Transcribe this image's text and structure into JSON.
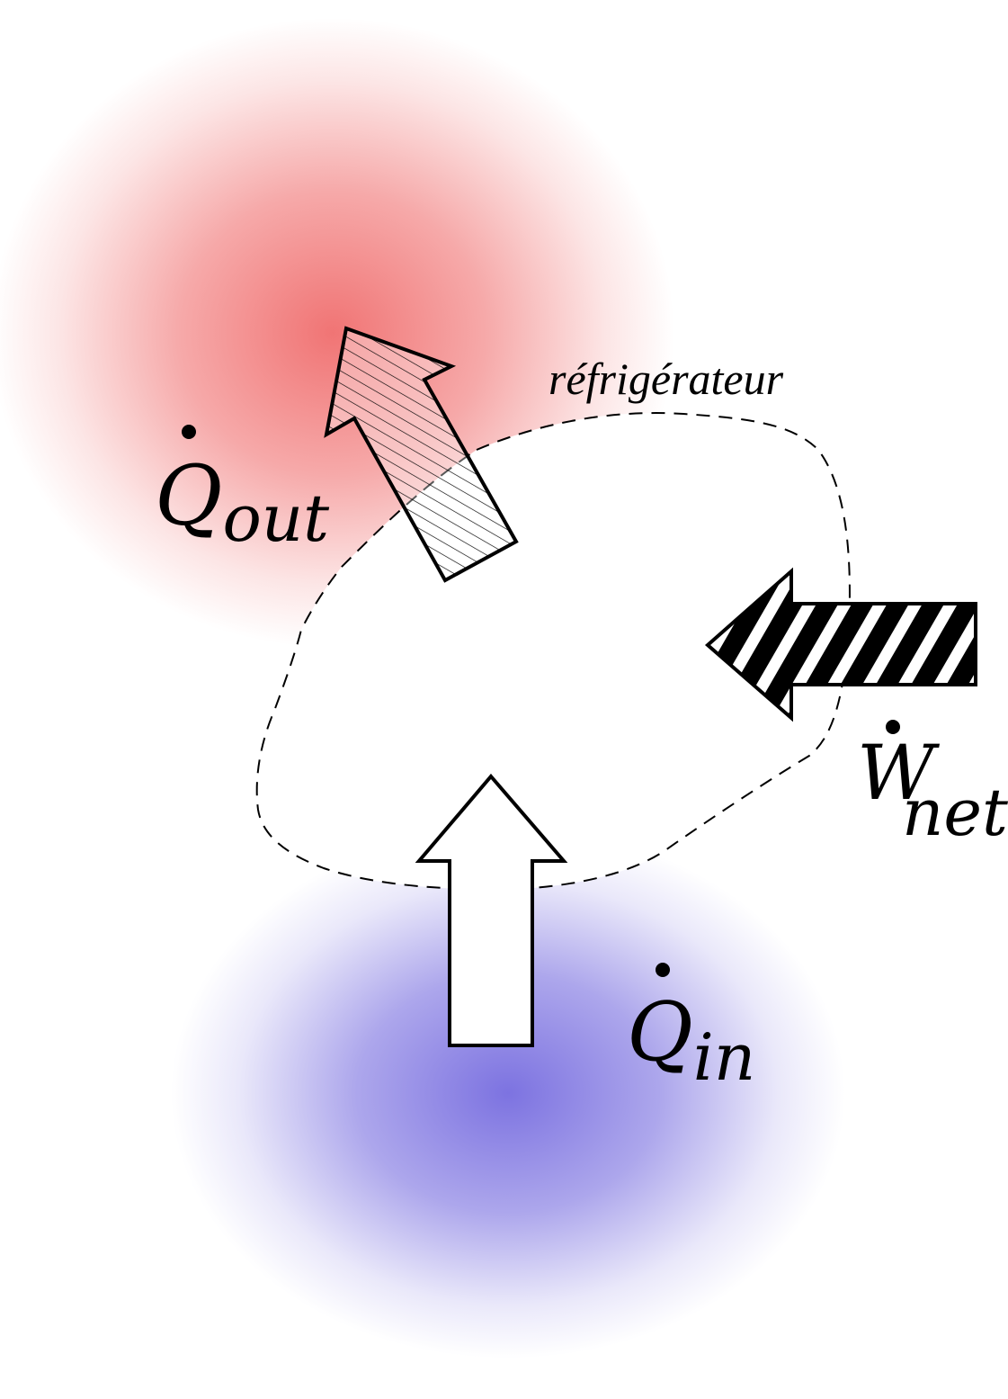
{
  "diagram": {
    "system_label": "réfrigérateur",
    "heat_out": {
      "symbol": "Q",
      "subscript": "out",
      "rate_dot": true
    },
    "work_net": {
      "symbol": "W",
      "subscript": "net",
      "rate_dot": true
    },
    "heat_in": {
      "symbol": "Q",
      "subscript": "in",
      "rate_dot": true
    }
  },
  "colors": {
    "hot_reservoir": "#f07070",
    "cold_reservoir": "#7a70e0",
    "outline": "#000000",
    "background": "#ffffff"
  },
  "icons": {
    "heat_out_arrow": "hatched-arrow-up-left",
    "work_arrow": "heavy-hatched-arrow-left",
    "heat_in_arrow": "hollow-arrow-up"
  }
}
